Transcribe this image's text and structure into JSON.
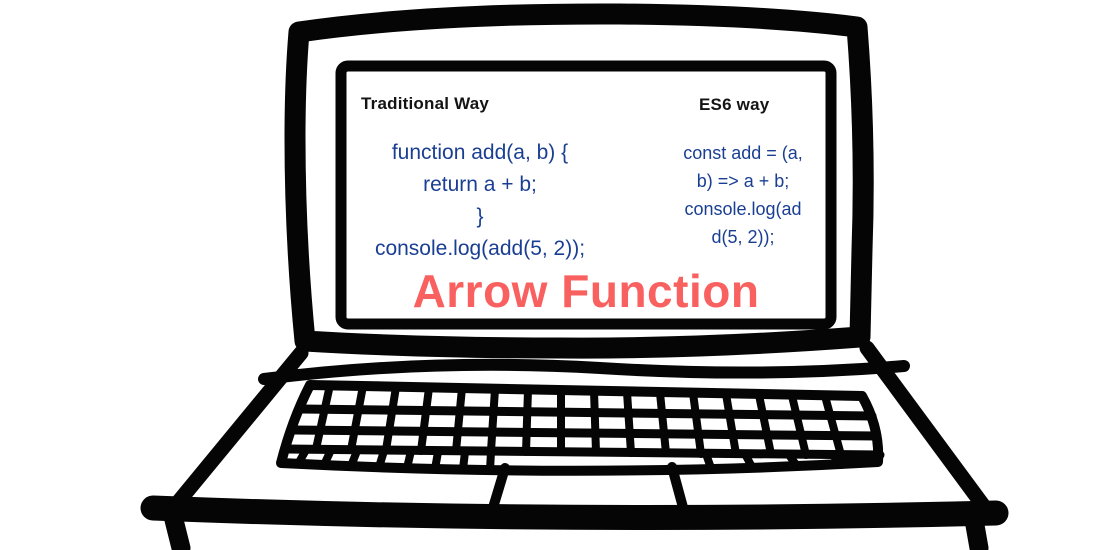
{
  "screen": {
    "traditional": {
      "heading": "Traditional Way",
      "code_lines": [
        "function add(a, b) {",
        "return a + b;",
        "}",
        "console.log(add(5, 2));"
      ]
    },
    "es6": {
      "heading": "ES6 way",
      "code_lines": [
        "const add = (a,",
        "b) => a + b;",
        "console.log(ad",
        "d(5, 2));"
      ]
    },
    "title": "Arrow Function"
  },
  "icons": {
    "laptop": "laptop-illustration"
  },
  "colors": {
    "code": "#1a3f92",
    "title": "#f8615f",
    "ink": "#050505"
  }
}
